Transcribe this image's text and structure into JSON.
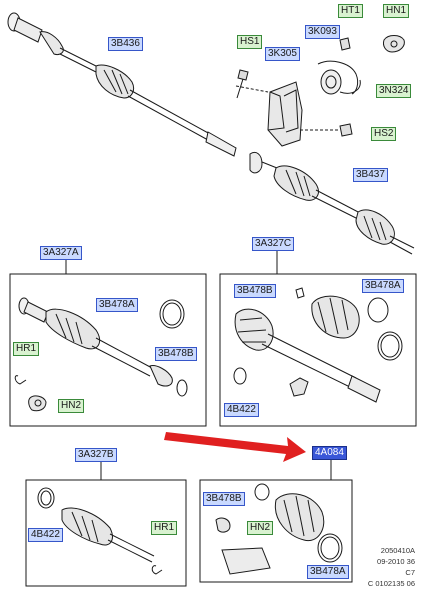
{
  "labels": {
    "shaft_top": "3B436",
    "shaft_right": "3B437",
    "bracket": "3K305",
    "bearing": "3K093",
    "clip_ht1": "HT1",
    "nut_hn1": "HN1",
    "bolt_hs1": "HS1",
    "bolt_hs2": "HS2",
    "bearing_retainer": "3N324",
    "panel_a_title": "3A327A",
    "panel_c_title": "3A327C",
    "panel_b_title": "3A327B",
    "kit_title": "4A084",
    "a_boot": "3B478A",
    "a_boot_b": "3B478B",
    "a_hr1": "HR1",
    "a_hn2": "HN2",
    "c_boot_b": "3B478B",
    "c_boot_a": "3B478A",
    "c_ring": "4B422",
    "b_ring": "4B422",
    "b_hr1": "HR1",
    "k_boot_b": "3B478B",
    "k_hn2": "HN2",
    "k_boot_a": "3B478A"
  },
  "footer": {
    "line1": "2050410A",
    "line2": "09-2010 36",
    "line3": "C7",
    "line4": "C 0102135 06"
  },
  "colors": {
    "label_blue": "#c9d9ff",
    "label_green": "#d9f2d0",
    "highlight": "#3a57d8",
    "arrow": "#e02020"
  }
}
